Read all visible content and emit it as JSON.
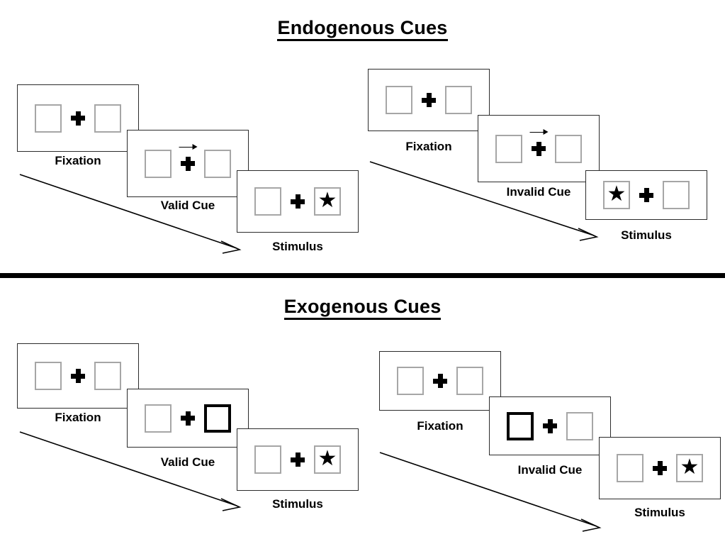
{
  "figure": {
    "background_color": "#ffffff",
    "divider_color": "#000000",
    "box_border_color": "#a6a6a6",
    "cued_box_border_color": "#000000",
    "symbol_color": "#000000"
  },
  "sections": [
    {
      "id": "endogenous",
      "title": "Endogenous Cues",
      "groups": [
        {
          "id": "endogenous-valid",
          "panels": [
            {
              "id": "endogenous-valid-fixation",
              "caption": "Fixation",
              "left_box": {
                "cued": false,
                "stimulus": ""
              },
              "right_box": {
                "cued": false,
                "stimulus": ""
              },
              "arrow": "none"
            },
            {
              "id": "endogenous-valid-cue",
              "caption": "Valid Cue",
              "left_box": {
                "cued": false,
                "stimulus": ""
              },
              "right_box": {
                "cued": false,
                "stimulus": ""
              },
              "arrow": "right"
            },
            {
              "id": "endogenous-valid-stimulus",
              "caption": "Stimulus",
              "left_box": {
                "cued": false,
                "stimulus": ""
              },
              "right_box": {
                "cued": false,
                "stimulus": "★"
              },
              "arrow": "none"
            }
          ]
        },
        {
          "id": "endogenous-invalid",
          "panels": [
            {
              "id": "endogenous-invalid-fixation",
              "caption": "Fixation",
              "left_box": {
                "cued": false,
                "stimulus": ""
              },
              "right_box": {
                "cued": false,
                "stimulus": ""
              },
              "arrow": "none"
            },
            {
              "id": "endogenous-invalid-cue",
              "caption": "Invalid Cue",
              "left_box": {
                "cued": false,
                "stimulus": ""
              },
              "right_box": {
                "cued": false,
                "stimulus": ""
              },
              "arrow": "right"
            },
            {
              "id": "endogenous-invalid-stimulus",
              "caption": "Stimulus",
              "left_box": {
                "cued": false,
                "stimulus": "★"
              },
              "right_box": {
                "cued": false,
                "stimulus": ""
              },
              "arrow": "none"
            }
          ]
        }
      ]
    },
    {
      "id": "exogenous",
      "title": "Exogenous Cues",
      "groups": [
        {
          "id": "exogenous-valid",
          "panels": [
            {
              "id": "exogenous-valid-fixation",
              "caption": "Fixation",
              "left_box": {
                "cued": false,
                "stimulus": ""
              },
              "right_box": {
                "cued": false,
                "stimulus": ""
              },
              "arrow": "none"
            },
            {
              "id": "exogenous-valid-cue",
              "caption": "Valid Cue",
              "left_box": {
                "cued": false,
                "stimulus": ""
              },
              "right_box": {
                "cued": true,
                "stimulus": ""
              },
              "arrow": "none"
            },
            {
              "id": "exogenous-valid-stimulus",
              "caption": "Stimulus",
              "left_box": {
                "cued": false,
                "stimulus": ""
              },
              "right_box": {
                "cued": false,
                "stimulus": "★"
              },
              "arrow": "none"
            }
          ]
        },
        {
          "id": "exogenous-invalid",
          "panels": [
            {
              "id": "exogenous-invalid-fixation",
              "caption": "Fixation",
              "left_box": {
                "cued": false,
                "stimulus": ""
              },
              "right_box": {
                "cued": false,
                "stimulus": ""
              },
              "arrow": "none"
            },
            {
              "id": "exogenous-invalid-cue",
              "caption": "Invalid Cue",
              "left_box": {
                "cued": true,
                "stimulus": ""
              },
              "right_box": {
                "cued": false,
                "stimulus": ""
              },
              "arrow": "none"
            },
            {
              "id": "exogenous-invalid-stimulus",
              "caption": "Stimulus",
              "left_box": {
                "cued": false,
                "stimulus": ""
              },
              "right_box": {
                "cued": false,
                "stimulus": "★"
              },
              "arrow": "none"
            }
          ]
        }
      ]
    }
  ]
}
